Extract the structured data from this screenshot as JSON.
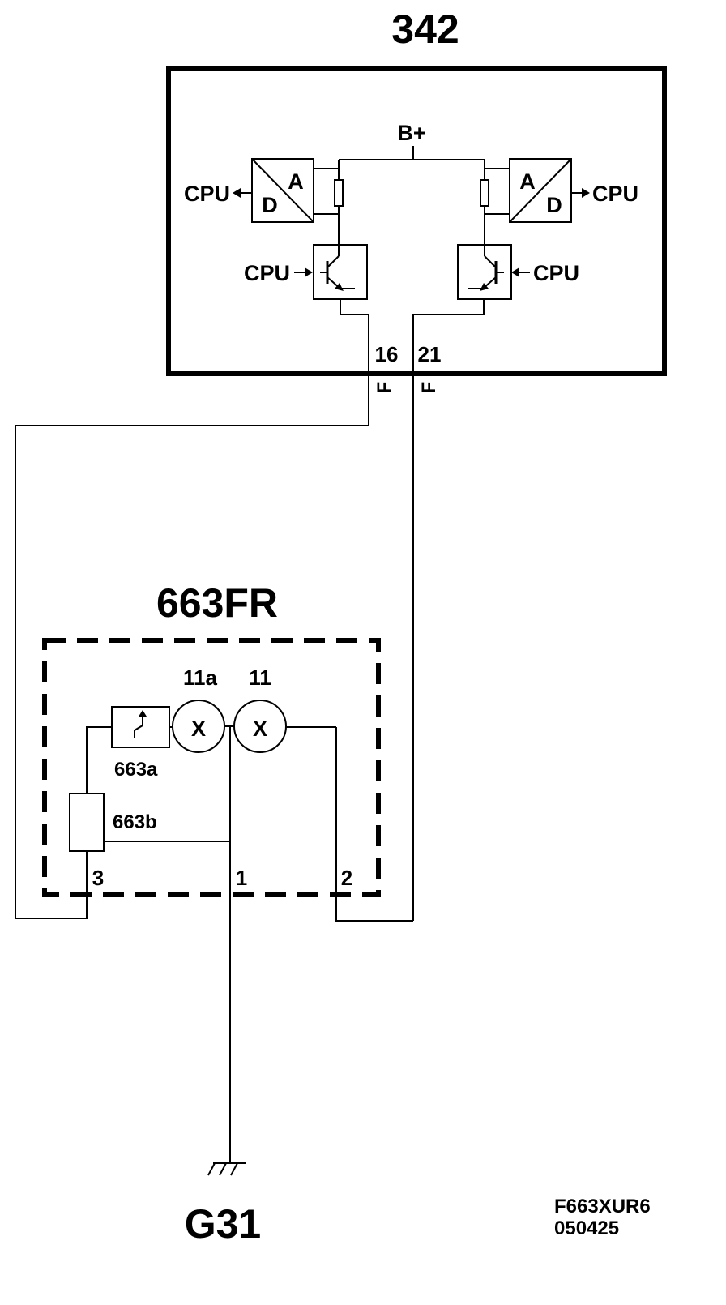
{
  "module_342": {
    "label": "342",
    "supply": "B+",
    "ad_left": {
      "a": "A",
      "d": "D",
      "output": "CPU"
    },
    "ad_right": {
      "a": "A",
      "d": "D",
      "output": "CPU"
    },
    "driver_left_input": "CPU",
    "driver_right_input": "CPU",
    "pin_left": "16",
    "pin_right": "21",
    "connector_left": "F",
    "connector_right": "F"
  },
  "module_663fr": {
    "label": "663FR",
    "lamp_left": "11a",
    "lamp_right": "11",
    "lamp_symbol": "X",
    "switch_label": "663a",
    "resistor_label": "663b",
    "pin_left": "3",
    "pin_mid": "1",
    "pin_right": "2"
  },
  "ground": {
    "label": "G31"
  },
  "footer": {
    "code": "F663XUR6",
    "date": "050425"
  }
}
